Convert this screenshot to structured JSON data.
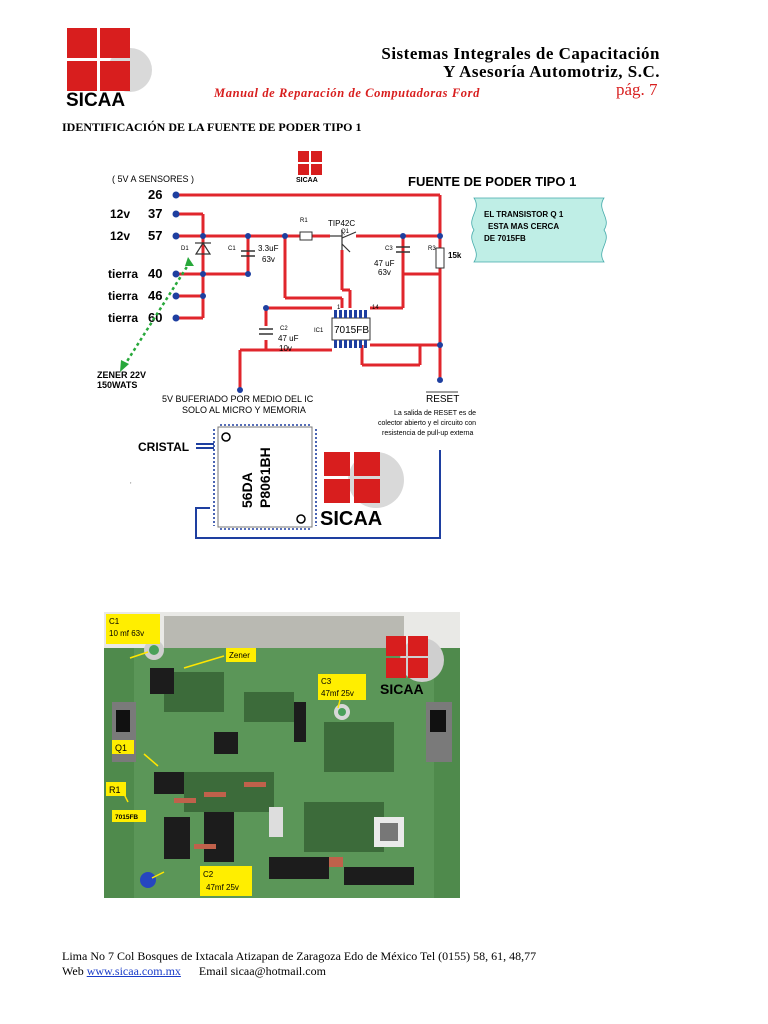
{
  "header": {
    "logo_text": "SICAA",
    "company_line1": "Sistemas Integrales de Capacitación",
    "company_line2": "Y Asesoría Automotriz, S.C.",
    "manual_title": "Manual de Reparación de Computadoras  Ford",
    "page_label": "pág. 7"
  },
  "section_title": "IDENTIFICACIÓN DE LA FUENTE DE PODER TIPO 1",
  "schematic": {
    "title": "FUENTE DE PODER TIPO 1",
    "sensor_label": "( 5V A SENSORES )",
    "pins": [
      {
        "label": "",
        "number": "26"
      },
      {
        "label": "12v",
        "number": "37"
      },
      {
        "label": "12v",
        "number": "57"
      },
      {
        "label": "tierra",
        "number": "40"
      },
      {
        "label": "tierra",
        "number": "46"
      },
      {
        "label": "tierra",
        "number": "60"
      }
    ],
    "d1": "D1",
    "c1": "C1",
    "c1_value": "3.3uF",
    "c1_voltage": "63v",
    "r1": "R1",
    "q1_part": "TIP42C",
    "q1": "Q1",
    "c3": "C3",
    "c3_value": "47 uF",
    "c3_voltage": "63v",
    "r3": "R3",
    "r3_value": "15k",
    "c2": "C2",
    "c2_value": "47 uF",
    "c2_voltage": "10v",
    "ic1": "IC1",
    "ic1_part": "7015FB",
    "pin_1": "1",
    "pin_14": "14",
    "zener_label": [
      "ZENER 22V",
      "150WATS"
    ],
    "note_box": [
      "EL TRANSISTOR Q 1",
      "ESTA MAS CERCA",
      "DE 7015FB"
    ],
    "buffered_label": [
      "5V BUFERIADO POR MEDIO DEL IC",
      "SOLO AL MICRO Y MEMORIA"
    ],
    "reset_label": "RESET",
    "reset_note": [
      "La salida de RESET es de",
      "colector abierto y el circuito con",
      "resistencia de pull-up externa"
    ],
    "crystal_label": "CRISTAL",
    "micro_line1": "56DA",
    "micro_line2": "P8061BH"
  },
  "photo_labels": {
    "c1": [
      "C1",
      "10 mf 63v"
    ],
    "zener": "Zener",
    "c3": [
      "C3",
      "47mf 25v"
    ],
    "q1": "Q1",
    "r1": "R1",
    "ic": "7015FB",
    "c2": [
      "C2",
      "47mf 25v"
    ]
  },
  "footer": {
    "address": "Lima No 7 Col Bosques de Ixtacala Atizapan de Zaragoza Edo de México Tel (0155) 58, 61, 48,77",
    "web_label": "Web",
    "web_link": "www.sicaa.com.mx",
    "email": "Email sicaa@hotmail.com"
  },
  "colors": {
    "logo_red": "#d81e1e",
    "wire_red": "#e0262c",
    "pin_blue": "#1e3fa0",
    "zener_green": "#27a83a",
    "note_box": "#bfeee6",
    "label_yellow": "#ffee00",
    "pcb_green": "#4f8a4c"
  }
}
